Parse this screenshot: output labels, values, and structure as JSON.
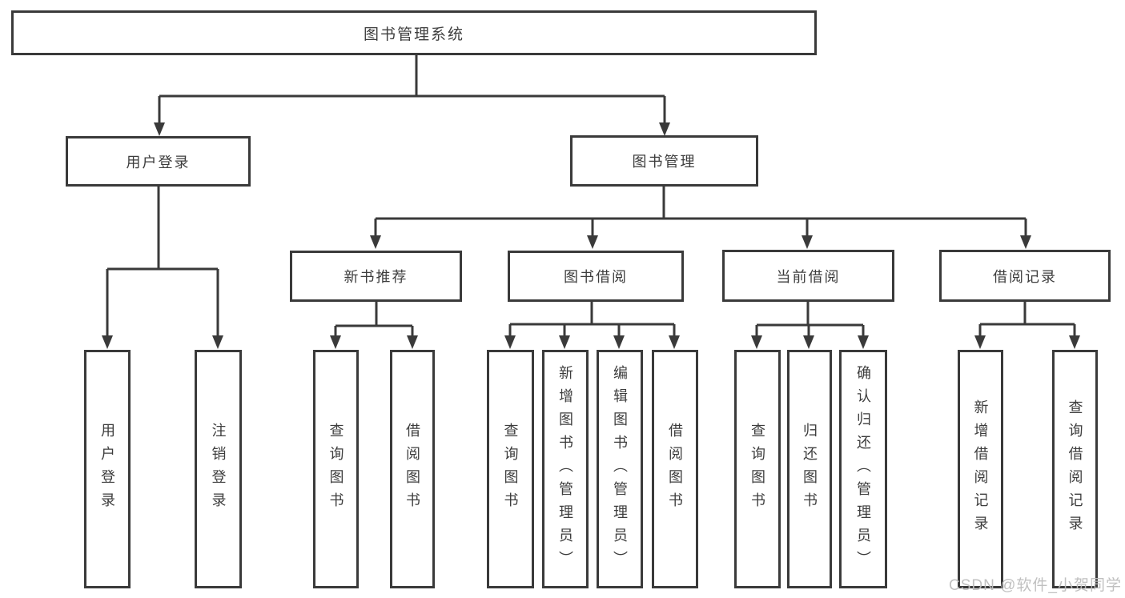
{
  "diagram": {
    "colors": {
      "line": "#3a3a3a",
      "box_border": "#3a3a3a",
      "text": "#3d3d3d",
      "background": "#ffffff",
      "watermark": "#bdbdbd"
    },
    "tree": {
      "root": {
        "label": "图书管理系统"
      },
      "branches": [
        {
          "label": "用户登录",
          "children": [
            {
              "label": "用户登录"
            },
            {
              "label": "注销登录"
            }
          ]
        },
        {
          "label": "图书管理",
          "children": [
            {
              "label": "新书推荐",
              "children": [
                {
                  "label": "查询图书"
                },
                {
                  "label": "借阅图书"
                }
              ]
            },
            {
              "label": "图书借阅",
              "children": [
                {
                  "label": "查询图书"
                },
                {
                  "label": "新增图书（管理员）"
                },
                {
                  "label": "编辑图书（管理员）"
                },
                {
                  "label": "借阅图书"
                }
              ]
            },
            {
              "label": "当前借阅",
              "children": [
                {
                  "label": "查询图书"
                },
                {
                  "label": "归还图书"
                },
                {
                  "label": "确认归还（管理员）"
                }
              ]
            },
            {
              "label": "借阅记录",
              "children": [
                {
                  "label": "新增借阅记录"
                },
                {
                  "label": "查询借阅记录"
                }
              ]
            }
          ]
        }
      ]
    },
    "watermark": {
      "text": "CSDN @软件_小贺同学"
    }
  }
}
